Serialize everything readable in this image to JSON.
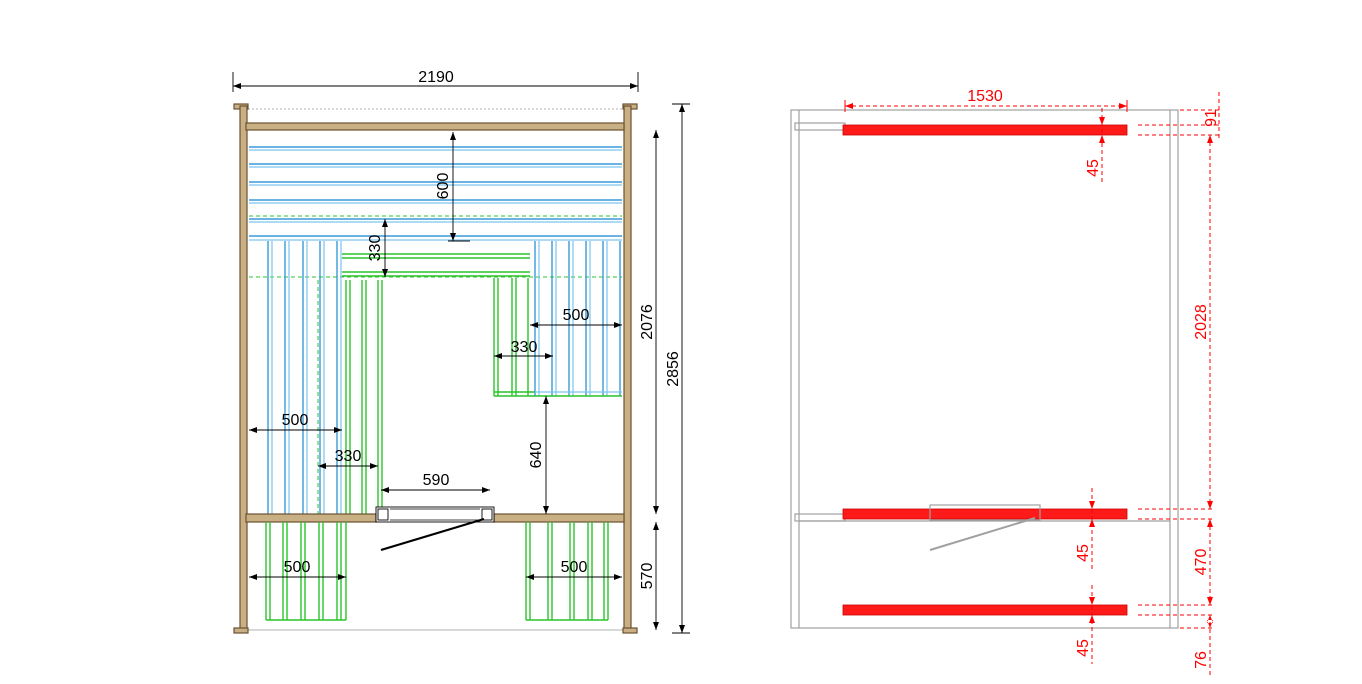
{
  "front_view": {
    "dimensions": {
      "total_width": "2190",
      "top_bench_depth": "600",
      "top_step_height": "330",
      "right_bench_width": "500",
      "right_step_width": "330",
      "left_bench_width": "500",
      "left_step_width": "330",
      "door_width": "590",
      "bench_height": "640",
      "inner_height": "2076",
      "total_height": "2856",
      "lower_left_width": "500",
      "lower_right_width": "500",
      "lower_height": "570"
    }
  },
  "side_view": {
    "dimensions": {
      "bench_length": "1530",
      "top_offset": "91",
      "top_bench_thickness": "45",
      "mid_height": "2028",
      "mid_bench_thickness": "45",
      "lower_spacing": "470",
      "bottom_bench_thickness": "45",
      "bottom_offset": "76"
    }
  },
  "colors": {
    "wood": "#c8b084",
    "blue_slats": "#3a9ad9",
    "green_slats": "#28c428",
    "red_benches": "#ff0000"
  }
}
